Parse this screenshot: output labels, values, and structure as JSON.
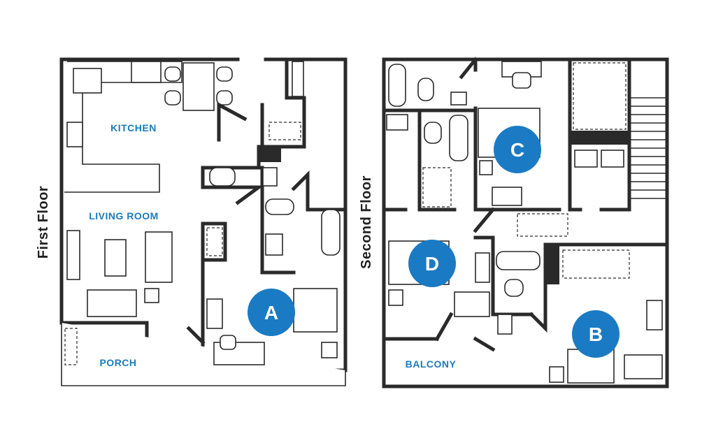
{
  "floors": [
    {
      "label": "First Floor",
      "rooms": [
        "KITCHEN",
        "LIVING ROOM",
        "PORCH"
      ],
      "bedrooms": [
        "A"
      ]
    },
    {
      "label": "Second Floor",
      "rooms": [
        "BALCONY"
      ],
      "bedrooms": [
        "C",
        "D",
        "B"
      ]
    }
  ],
  "colors": {
    "accent": "#1a7bc4",
    "wall": "#2a2a2a"
  }
}
